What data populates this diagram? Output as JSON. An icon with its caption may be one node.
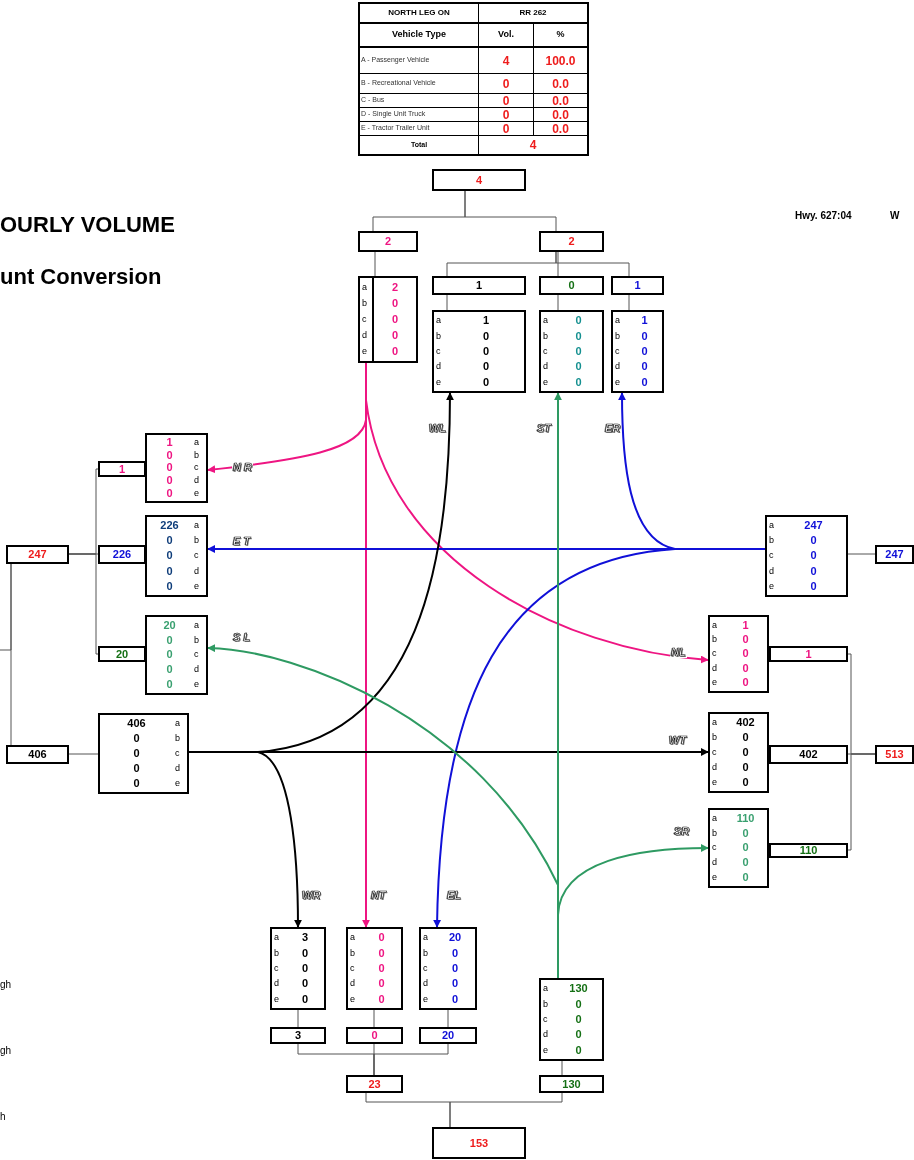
{
  "diagram": {
    "nodes": [
      {
        "text": [
          "4"
        ]
      },
      {
        "text": [
          "2"
        ]
      },
      {
        "text": [
          "2"
        ]
      },
      {
        "text": [
          "a",
          "2",
          "b",
          "0",
          "c",
          "0",
          "d",
          "0",
          "e",
          "0"
        ]
      },
      {
        "text": [
          "1"
        ]
      },
      {
        "text": [
          "0"
        ]
      },
      {
        "text": [
          "1"
        ]
      },
      {
        "text": [
          "a",
          "1",
          "b",
          "0",
          "c",
          "0",
          "d",
          "0",
          "e",
          "0"
        ]
      },
      {
        "text": [
          "a",
          "0",
          "b",
          "0",
          "c",
          "0",
          "d",
          "0",
          "e",
          "0"
        ]
      },
      {
        "text": [
          "a",
          "1",
          "b",
          "0",
          "c",
          "0",
          "d",
          "0",
          "e",
          "0"
        ]
      },
      {
        "text": [
          "1",
          "a",
          "0",
          "b",
          "0",
          "c",
          "0",
          "d",
          "0",
          "e"
        ]
      },
      {
        "text": [
          "1"
        ]
      },
      {
        "text": [
          "247"
        ]
      },
      {
        "text": [
          "226"
        ]
      },
      {
        "text": [
          "226",
          "a",
          "0",
          "b",
          "0",
          "c",
          "0",
          "d",
          "0",
          "e"
        ]
      },
      {
        "text": [
          "20",
          "a",
          "0",
          "b",
          "0",
          "c",
          "0",
          "d",
          "0",
          "e"
        ]
      },
      {
        "text": [
          "20"
        ]
      },
      {
        "text": [
          "406"
        ]
      },
      {
        "text": [
          "406",
          "a",
          "0",
          "b",
          "0",
          "c",
          "0",
          "d",
          "0",
          "e"
        ]
      },
      {
        "text": [
          "a",
          "247",
          "b",
          "0",
          "c",
          "0",
          "d",
          "0",
          "e",
          "0"
        ]
      },
      {
        "text": [
          "247"
        ]
      },
      {
        "text": [
          "a",
          "1",
          "b",
          "0",
          "c",
          "0",
          "d",
          "0",
          "e",
          "0"
        ]
      },
      {
        "text": [
          "1"
        ]
      },
      {
        "text": [
          "a",
          "402",
          "b",
          "0",
          "c",
          "0",
          "d",
          "0",
          "e",
          "0"
        ]
      },
      {
        "text": [
          "402"
        ]
      },
      {
        "text": [
          "513"
        ]
      },
      {
        "text": [
          "a",
          "110",
          "b",
          "0",
          "c",
          "0",
          "d",
          "0",
          "e",
          "0"
        ]
      },
      {
        "text": [
          "110"
        ]
      },
      {
        "text": [
          "a",
          "3",
          "b",
          "0",
          "c",
          "0",
          "d",
          "0",
          "e",
          "0"
        ]
      },
      {
        "text": [
          "a",
          "0",
          "b",
          "0",
          "c",
          "0",
          "d",
          "0",
          "e",
          "0"
        ]
      },
      {
        "text": [
          "a",
          "20",
          "b",
          "0",
          "c",
          "0",
          "d",
          "0",
          "e",
          "0"
        ]
      },
      {
        "text": [
          "a",
          "130",
          "b",
          "0",
          "c",
          "0",
          "d",
          "0",
          "e",
          "0"
        ]
      },
      {
        "text": [
          "3"
        ]
      },
      {
        "text": [
          "0"
        ]
      },
      {
        "text": [
          "20"
        ]
      },
      {
        "text": [
          "23"
        ]
      },
      {
        "text": [
          "130"
        ]
      },
      {
        "text": [
          "153"
        ]
      }
    ],
    "edges": [
      {
        "from": 0,
        "to": 1,
        "arrow": "none"
      },
      {
        "from": 0,
        "to": 2,
        "arrow": "none"
      },
      {
        "from": 1,
        "to": 3,
        "arrow": "none"
      },
      {
        "from": 2,
        "to": 4,
        "arrow": "none"
      },
      {
        "from": 2,
        "to": 5,
        "arrow": "none"
      },
      {
        "from": 2,
        "to": 6,
        "arrow": "none"
      },
      {
        "from": 4,
        "to": 7,
        "arrow": "none"
      },
      {
        "from": 5,
        "to": 8,
        "arrow": "none"
      },
      {
        "from": 6,
        "to": 9,
        "arrow": "none"
      },
      {
        "from": 12,
        "to": 11,
        "arrow": "none"
      },
      {
        "from": 12,
        "to": 13,
        "arrow": "none"
      },
      {
        "from": 12,
        "to": 16,
        "arrow": "none"
      },
      {
        "from": null,
        "to": 12,
        "arrow": "none"
      },
      {
        "from": 12,
        "to": 17,
        "arrow": "none"
      },
      {
        "from": 17,
        "to": 18,
        "arrow": "none"
      },
      {
        "from": 19,
        "to": 20,
        "arrow": "none"
      },
      {
        "from": 25,
        "to": 22,
        "arrow": "none"
      },
      {
        "from": 25,
        "to": 24,
        "arrow": "none"
      },
      {
        "from": 25,
        "to": 27,
        "arrow": "none"
      },
      {
        "from": 28,
        "to": 32,
        "arrow": "none"
      },
      {
        "from": 29,
        "to": 33,
        "arrow": "none"
      },
      {
        "from": 30,
        "to": 34,
        "arrow": "none"
      },
      {
        "from": 35,
        "to": 32,
        "arrow": "none"
      },
      {
        "from": 35,
        "to": 33,
        "arrow": "none"
      },
      {
        "from": 35,
        "to": 34,
        "arrow": "none"
      },
      {
        "from": 31,
        "to": 36,
        "arrow": "none"
      },
      {
        "from": 37,
        "to": 35,
        "arrow": "none"
      },
      {
        "from": 37,
        "to": 36,
        "arrow": "none"
      },
      {
        "from": 3,
        "to": 10,
        "arrow": "to",
        "label": "N R",
        "color": "#ee1582"
      },
      {
        "from": 3,
        "to": 29,
        "arrow": "to",
        "label": "NT",
        "color": "#ee1582"
      },
      {
        "from": 3,
        "to": 21,
        "arrow": "to",
        "label": "NL",
        "color": "#ee1582"
      },
      {
        "from": 19,
        "to": 14,
        "arrow": "to",
        "label": "E T",
        "color": "#1010d8"
      },
      {
        "from": 19,
        "to": 9,
        "arrow": "to",
        "label": "ER",
        "color": "#1010d8"
      },
      {
        "from": 19,
        "to": 30,
        "arrow": "to",
        "label": "EL",
        "color": "#1010d8"
      },
      {
        "from": 18,
        "to": 7,
        "arrow": "to",
        "label": "WL",
        "color": "#000000"
      },
      {
        "from": 18,
        "to": 23,
        "arrow": "to",
        "label": "WT",
        "color": "#000000"
      },
      {
        "from": 18,
        "to": 28,
        "arrow": "to",
        "label": "WR",
        "color": "#000000"
      },
      {
        "from": 31,
        "to": 8,
        "arrow": "to",
        "label": "ST",
        "color": "#2e9a62"
      },
      {
        "from": 31,
        "to": 15,
        "arrow": "to",
        "label": "S L",
        "color": "#2e9a62"
      },
      {
        "from": 31,
        "to": 26,
        "arrow": "to",
        "label": "SR",
        "color": "#2e9a62"
      }
    ],
    "labels": [
      "NORTH LEG ON",
      "RR 262",
      "Vehicle Type",
      "Vol.",
      "%",
      "A - Passenger Vehicle",
      "4",
      "100.0",
      "B - Recreational Vehicle",
      "0",
      "0.0",
      "C - Bus",
      "0",
      "0.0",
      "D - Single Unit Truck",
      "0",
      "0.0",
      "E - Tractor Trailer Unit",
      "0",
      "0.0",
      "Total",
      "4",
      "Hwy. 627:04",
      "W",
      "OURLY VOLUME",
      "unt Conversion",
      "gh",
      "gh",
      "h"
    ]
  }
}
